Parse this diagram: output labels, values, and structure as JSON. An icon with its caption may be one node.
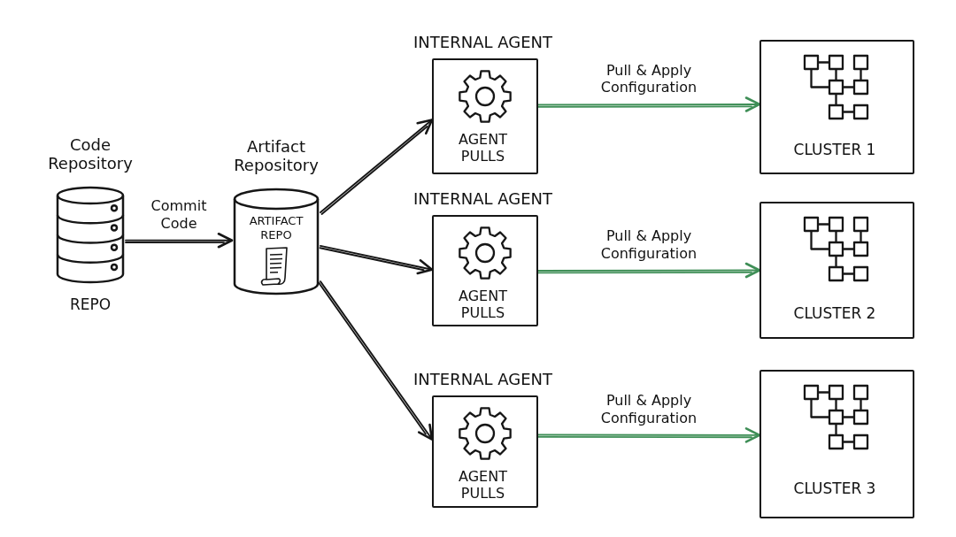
{
  "diagram": {
    "nodes": [
      {
        "text": [
          "Code Repository",
          "REPO"
        ]
      },
      {
        "text": [
          "Artifact Repository",
          "ARTIFACT REPO"
        ]
      },
      {
        "text": [
          "INTERNAL AGENT",
          "AGENT PULLS"
        ]
      },
      {
        "text": [
          "CLUSTER 1"
        ]
      },
      {
        "text": [
          "INTERNAL AGENT",
          "AGENT PULLS"
        ]
      },
      {
        "text": [
          "CLUSTER 2"
        ]
      },
      {
        "text": [
          "INTERNAL AGENT",
          "AGENT PULLS"
        ]
      },
      {
        "text": [
          "CLUSTER 3"
        ]
      }
    ],
    "edges": [
      {
        "from": 0,
        "to": 1,
        "arrow": "to",
        "label": "Commit Code"
      },
      {
        "from": 1,
        "to": 2,
        "arrow": "to"
      },
      {
        "from": 1,
        "to": 4,
        "arrow": "to"
      },
      {
        "from": 1,
        "to": 6,
        "arrow": "to"
      },
      {
        "from": 2,
        "to": 3,
        "arrow": "to",
        "label": "Pull & Apply Configuration",
        "color": "#3e8e56"
      },
      {
        "from": 4,
        "to": 5,
        "arrow": "to",
        "label": "Pull & Apply Configuration",
        "color": "#3e8e56"
      },
      {
        "from": 6,
        "to": 7,
        "arrow": "to",
        "label": "Pull & Apply Configuration",
        "color": "#3e8e56"
      }
    ]
  }
}
